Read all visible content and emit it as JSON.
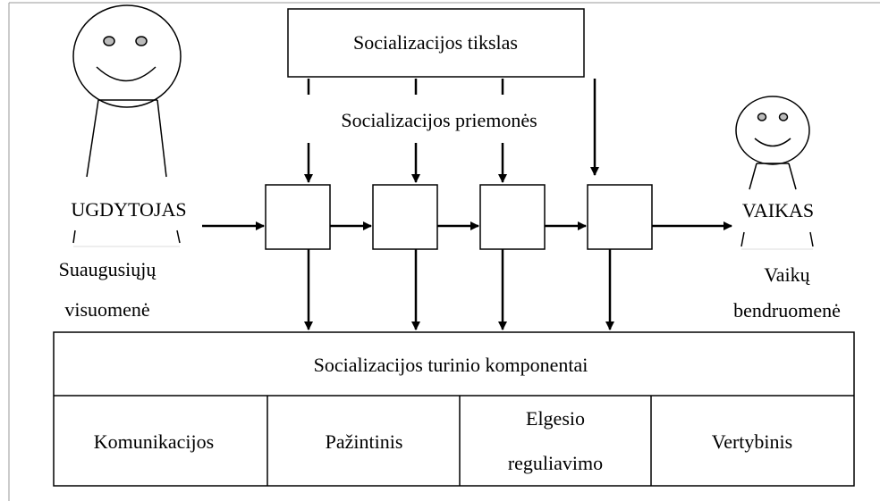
{
  "top_box": {
    "label": "Socializacijos tikslas"
  },
  "means_label": "Socializacijos priemonės",
  "educator": {
    "label": "UGDYTOJAS",
    "society_line1": "Suaugusiųjų",
    "society_line2": "visuomenė"
  },
  "child": {
    "label": "VAIKAS",
    "community_line1": "Vaikų",
    "community_line2": "bendruomenė"
  },
  "bottom_box": {
    "title": "Socializacijos turinio komponentai",
    "components": [
      {
        "line1": "Komunikacijos",
        "line2": ""
      },
      {
        "line1": "Pažintinis",
        "line2": ""
      },
      {
        "line1": "Elgesio",
        "line2": "reguliavimo"
      },
      {
        "line1": "Vertybinis",
        "line2": ""
      }
    ]
  }
}
